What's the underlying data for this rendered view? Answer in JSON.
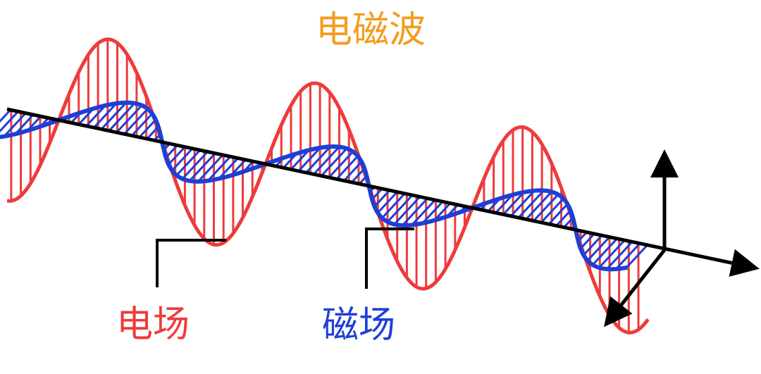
{
  "title": "电磁波",
  "electric_field_label": "电场",
  "magnetic_field_label": "磁场",
  "colors": {
    "title": "#F39C1F",
    "electric_field": "#EE3B3B",
    "magnetic_field": "#1E3FD6",
    "axis": "#000000"
  }
}
